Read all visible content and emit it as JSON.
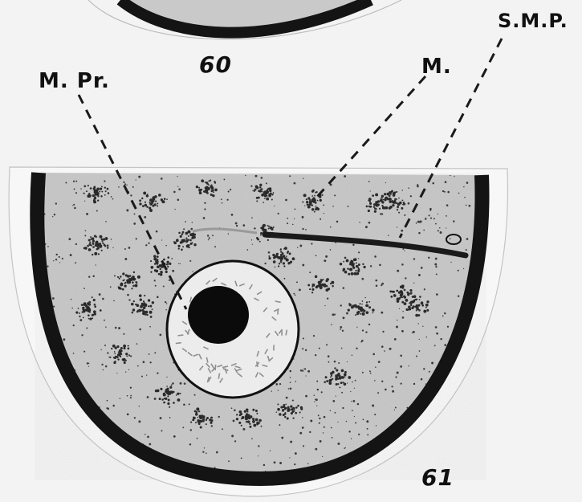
{
  "labels": {
    "male_pronucleus": "M. Pr.",
    "mitochondria": "M.",
    "smp": "S.M.P.",
    "figure_top": "60",
    "figure_bottom": "61"
  },
  "colors": {
    "paper": "#f3f3f3",
    "egg_fill": "#c9c9c9",
    "shell": "#141414",
    "nucleus_fill": "#ececec",
    "nucleolus": "#0b0b0b",
    "stipple": "#3a3a3a"
  }
}
